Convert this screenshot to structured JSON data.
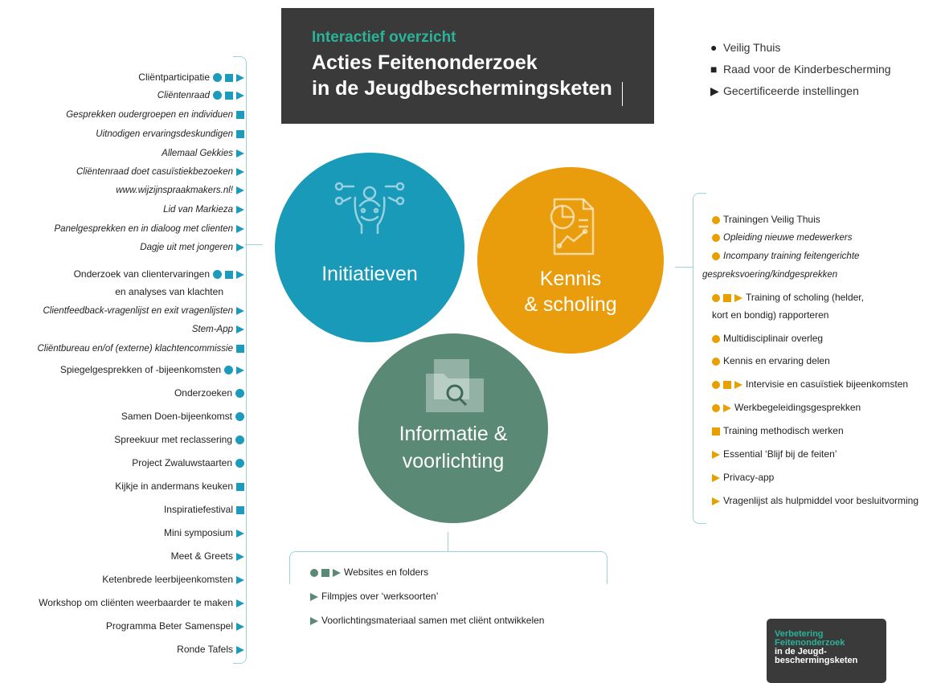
{
  "header": {
    "subtitle": "Interactief overzicht",
    "title_line1": "Acties Feitenonderzoek",
    "title_line2": "in de Jeugdbeschermingsketen"
  },
  "legend": [
    {
      "symbol": "circle",
      "label": "Veilig Thuis"
    },
    {
      "symbol": "square",
      "label": "Raad voor de Kinderbescherming"
    },
    {
      "symbol": "triangle",
      "label": "Gecertificeerde instellingen"
    }
  ],
  "colors": {
    "initiatieven": "#1a9ab9",
    "kennis": "#ea9d0c",
    "informatie": "#5a8976",
    "header_bg": "#3a3a3a",
    "accent": "#2bb39a"
  },
  "circles": {
    "initiatieven": {
      "label": "Initiatieven",
      "icon": "person-head-network-icon"
    },
    "kennis": {
      "line1": "Kennis",
      "line2": "& scholing",
      "icon": "report-chart-icon"
    },
    "informatie": {
      "line1": "Informatie &",
      "line2": "voorlichting",
      "icon": "folder-search-icon"
    }
  },
  "initiatieven_items": [
    {
      "label": "Cliëntparticipatie",
      "italic": false,
      "symbols": [
        "circle",
        "square",
        "triangle"
      ]
    },
    {
      "label": "Cliëntenraad",
      "italic": true,
      "symbols": [
        "circle",
        "square",
        "triangle"
      ]
    },
    {
      "label": "Gesprekken oudergroepen en individuen",
      "italic": true,
      "symbols": [
        "square"
      ]
    },
    {
      "label": "Uitnodigen ervaringsdeskundigen",
      "italic": true,
      "symbols": [
        "square"
      ]
    },
    {
      "label": "Allemaal Gekkies",
      "italic": true,
      "symbols": [
        "triangle"
      ]
    },
    {
      "label": "Cliëntenraad doet casuïstiekbezoeken",
      "italic": true,
      "symbols": [
        "triangle"
      ]
    },
    {
      "label": "www.wijzijnspraakmakers.nl!",
      "italic": true,
      "symbols": [
        "triangle"
      ]
    },
    {
      "label": "Lid van Markieza",
      "italic": true,
      "symbols": [
        "triangle"
      ]
    },
    {
      "label": "Panelgesprekken en in dialoog met clienten",
      "italic": true,
      "symbols": [
        "triangle"
      ]
    },
    {
      "label": "Dagje uit met jongeren",
      "italic": true,
      "symbols": [
        "triangle"
      ]
    },
    {
      "label": "Onderzoek van clientervaringen",
      "italic": false,
      "symbols": [
        "circle",
        "square",
        "triangle"
      ]
    },
    {
      "label": "en analyses van klachten",
      "italic": false,
      "symbols": []
    },
    {
      "label": "Clientfeedback-vragenlijst en exit vragenlijsten",
      "italic": true,
      "symbols": [
        "triangle"
      ]
    },
    {
      "label": "Stem-App",
      "italic": true,
      "symbols": [
        "triangle"
      ]
    },
    {
      "label": "Cliëntbureau en/of (externe) klachtencommissie",
      "italic": true,
      "symbols": [
        "square"
      ]
    },
    {
      "label": "Spiegelgesprekken of -bijeenkomsten",
      "italic": false,
      "symbols": [
        "circle",
        "triangle"
      ]
    },
    {
      "label": "Onderzoeken",
      "italic": false,
      "symbols": [
        "circle"
      ]
    },
    {
      "label": "Samen Doen-bijeenkomst",
      "italic": false,
      "symbols": [
        "circle"
      ]
    },
    {
      "label": "Spreekuur met reclassering",
      "italic": false,
      "symbols": [
        "circle"
      ]
    },
    {
      "label": "Project Zwaluwstaarten",
      "italic": false,
      "symbols": [
        "circle"
      ]
    },
    {
      "label": "Kijkje in andermans keuken",
      "italic": false,
      "symbols": [
        "square"
      ]
    },
    {
      "label": "Inspiratiefestival",
      "italic": false,
      "symbols": [
        "square"
      ]
    },
    {
      "label": "Mini symposium",
      "italic": false,
      "symbols": [
        "triangle"
      ]
    },
    {
      "label": "Meet & Greets",
      "italic": false,
      "symbols": [
        "triangle"
      ]
    },
    {
      "label": "Ketenbrede leerbijeenkomsten",
      "italic": false,
      "symbols": [
        "triangle"
      ]
    },
    {
      "label": "Workshop om cliënten weerbaarder te maken",
      "italic": false,
      "symbols": [
        "triangle"
      ]
    },
    {
      "label": "Programma Beter Samenspel",
      "italic": false,
      "symbols": [
        "triangle"
      ]
    },
    {
      "label": "Ronde Tafels",
      "italic": false,
      "symbols": [
        "triangle"
      ]
    }
  ],
  "kennis_items": [
    {
      "label": "Trainingen Veilig Thuis",
      "italic": false,
      "symbols": [
        "circle"
      ]
    },
    {
      "label": "Opleiding nieuwe medewerkers",
      "italic": true,
      "symbols": [
        "circle"
      ]
    },
    {
      "label": "Incompany training feitengerichte",
      "italic": true,
      "symbols": [
        "circle"
      ]
    },
    {
      "label": "gespreksvoering/kindgesprekken",
      "italic": true,
      "symbols": []
    },
    {
      "label": "Training of scholing (helder,",
      "italic": false,
      "symbols": [
        "circle",
        "square",
        "triangle"
      ]
    },
    {
      "label": "kort en bondig) rapporteren",
      "italic": false,
      "symbols": []
    },
    {
      "label": "Multidisciplinair overleg",
      "italic": false,
      "symbols": [
        "circle"
      ]
    },
    {
      "label": "Kennis en ervaring delen",
      "italic": false,
      "symbols": [
        "circle"
      ]
    },
    {
      "label": "Intervisie en casuïstiek bijeenkomsten",
      "italic": false,
      "symbols": [
        "circle",
        "square",
        "triangle"
      ]
    },
    {
      "label": "Werkbegeleidingsgesprekken",
      "italic": false,
      "symbols": [
        "circle",
        "triangle"
      ]
    },
    {
      "label": "Training methodisch werken",
      "italic": false,
      "symbols": [
        "square"
      ]
    },
    {
      "label": "Essential ‘Blijf bij de feiten’",
      "italic": false,
      "symbols": [
        "triangle"
      ]
    },
    {
      "label": "Privacy-app",
      "italic": false,
      "symbols": [
        "triangle"
      ]
    },
    {
      "label": "Vragenlijst als hulpmiddel voor besluitvorming",
      "italic": false,
      "symbols": [
        "triangle"
      ]
    }
  ],
  "informatie_items": [
    {
      "label": "Websites en folders",
      "symbols": [
        "circle",
        "square",
        "triangle"
      ]
    },
    {
      "label": "Filmpjes over ‘werksoorten’",
      "symbols": [
        "triangle"
      ]
    },
    {
      "label": "Voorlichtingsmateriaal samen met cliënt ontwikkelen",
      "symbols": [
        "triangle"
      ]
    }
  ],
  "logo": {
    "line1": "Verbetering",
    "line2": "Feitenonderzoek",
    "line3": "in de Jeugd-",
    "line4": "beschermingsketen"
  }
}
